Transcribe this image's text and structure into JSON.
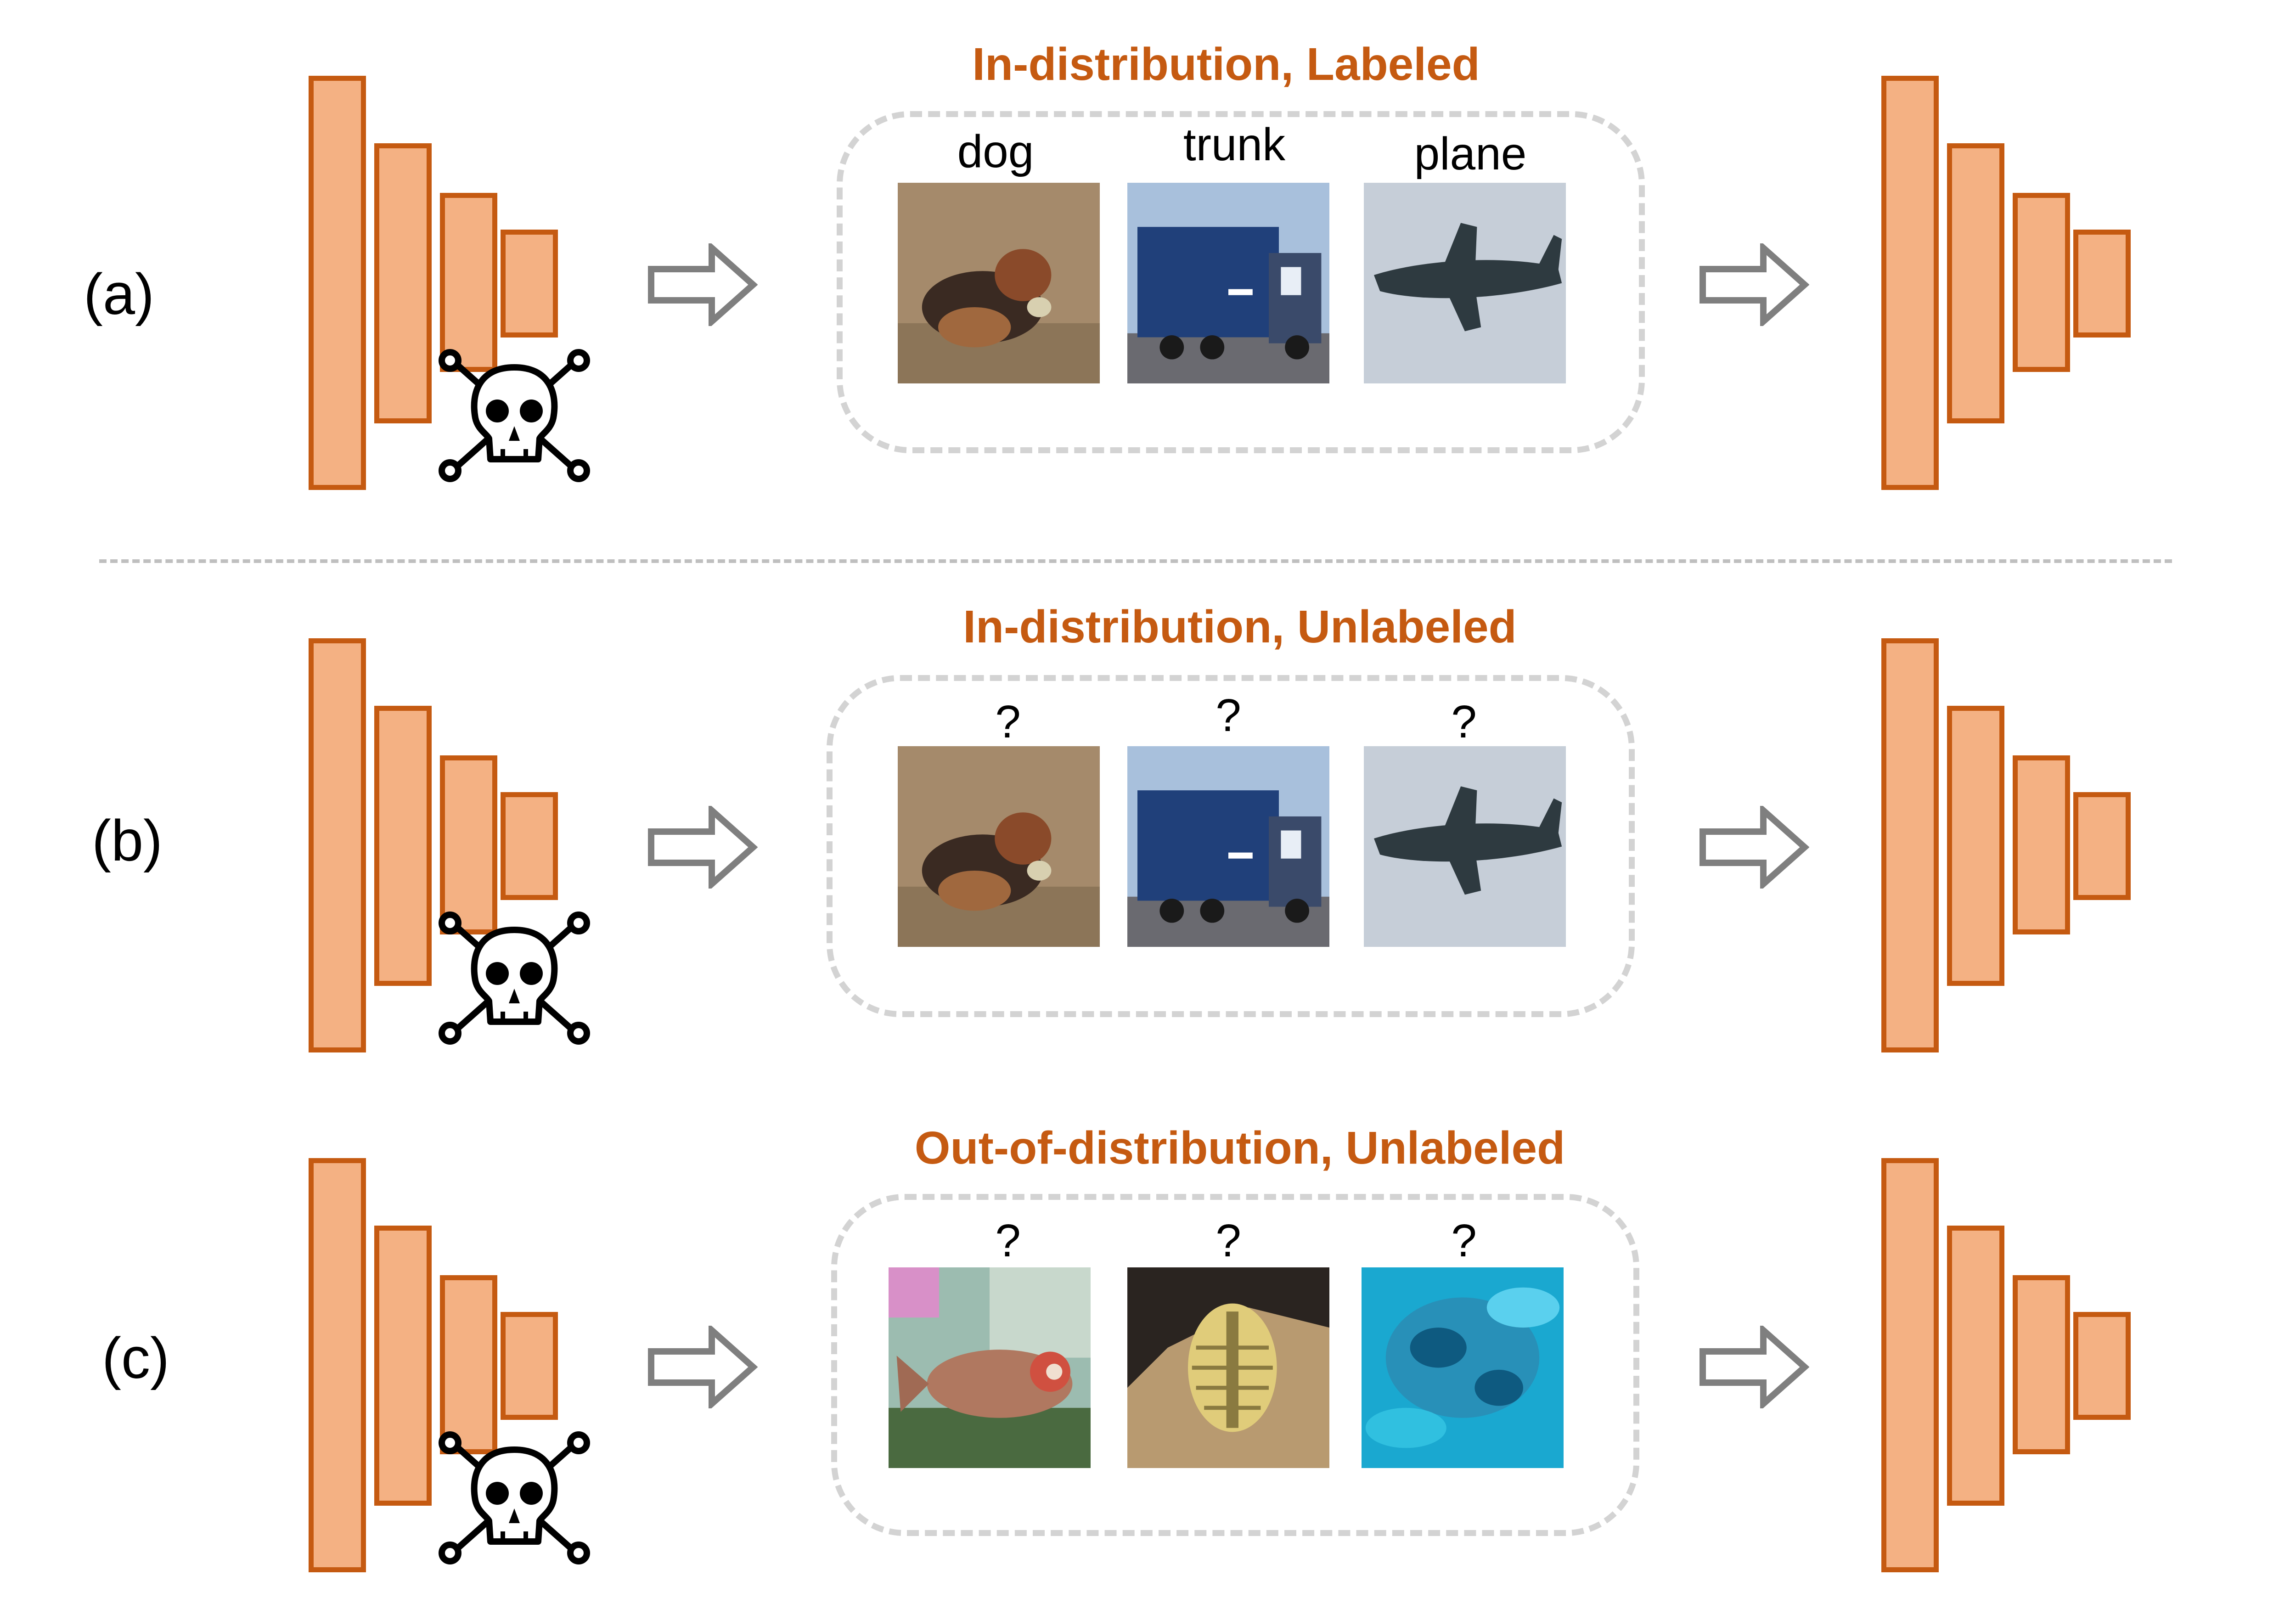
{
  "rows": [
    {
      "label": "(a)",
      "title": "In-distribution, Labeled",
      "captions": [
        "dog",
        "trunk",
        "plane"
      ]
    },
    {
      "label": "(b)",
      "title": "In-distribution, Unlabeled",
      "captions": [
        "?",
        "?",
        "?"
      ]
    },
    {
      "label": "(c)",
      "title": "Out-of-distribution, Unlabeled",
      "captions": [
        "?",
        "?",
        "?"
      ]
    }
  ],
  "icons": {
    "poison": "skull-crossbones-icon",
    "flow": "hollow-right-arrow-icon",
    "model": "cnn-stack-icon"
  },
  "colors": {
    "accent": "#c55a11",
    "block_fill": "#f4b183",
    "arrow": "#7f7f7f",
    "box_border": "#d3d3d3"
  }
}
